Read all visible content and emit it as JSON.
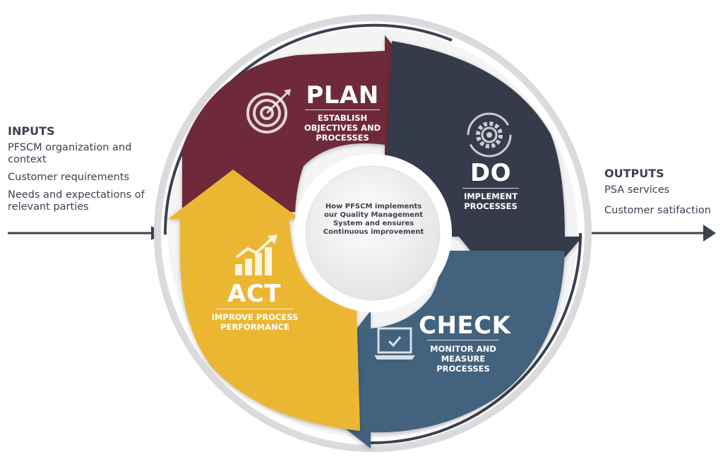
{
  "inputs": {
    "title": "INPUTS",
    "items": [
      "PFSCM organization and context",
      "Customer requirements",
      "Needs and expectations of relevant parties"
    ]
  },
  "outputs": {
    "title": "OUTPUTS",
    "items": [
      "PSA services",
      "Customer satifaction"
    ]
  },
  "center": {
    "text": "How PFSCM implements our Quality Management System and ensures Continuous improvement"
  },
  "stages": {
    "plan": {
      "title": "PLAN",
      "subtitle": "ESTABLISH\nOBJECTIVES AND\nPROCESSES",
      "icon": "target-icon",
      "color": "#6e2a3a"
    },
    "do": {
      "title": "DO",
      "subtitle": "IMPLEMENT\nPROCESSES",
      "icon": "gear-cycle-icon",
      "color": "#343b4b"
    },
    "check": {
      "title": "CHECK",
      "subtitle": "MONITOR AND\nMEASURE\nPROCESSES",
      "icon": "laptop-check-icon",
      "color": "#43627e"
    },
    "act": {
      "title": "ACT",
      "subtitle": "IMPROVE PROCESS\nPERFORMANCE",
      "icon": "chart-growth-icon",
      "color": "#ebb633"
    }
  },
  "colors": {
    "ring": "#3b4150",
    "line": "#3b4150",
    "text": "#3b4150"
  }
}
